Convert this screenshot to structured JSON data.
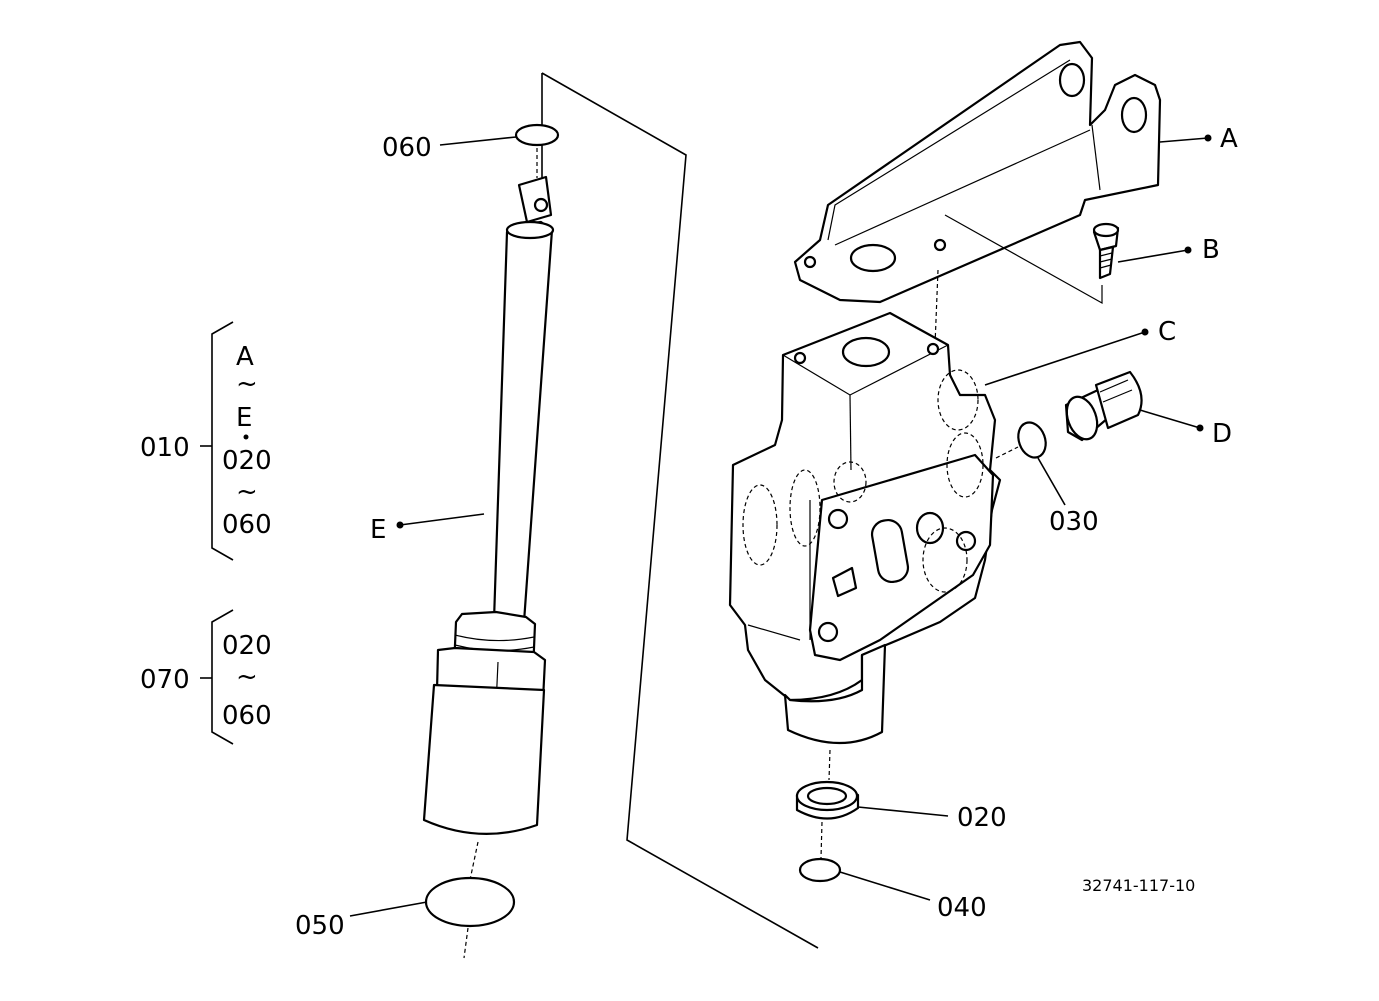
{
  "callouts": {
    "c010": "010",
    "c070": "070",
    "A": "A",
    "B": "B",
    "C": "C",
    "D": "D",
    "E": "E",
    "p020": "020",
    "p030": "030",
    "p040": "040",
    "p050": "050",
    "p060": "060"
  },
  "group_010": {
    "line1": "A",
    "tilde1": "~",
    "line2": "E",
    "line3": "020",
    "tilde2": "~",
    "line4": "060"
  },
  "group_070": {
    "line1": "020",
    "tilde": "~",
    "line2": "060"
  },
  "reference_code": "32741-117-10"
}
